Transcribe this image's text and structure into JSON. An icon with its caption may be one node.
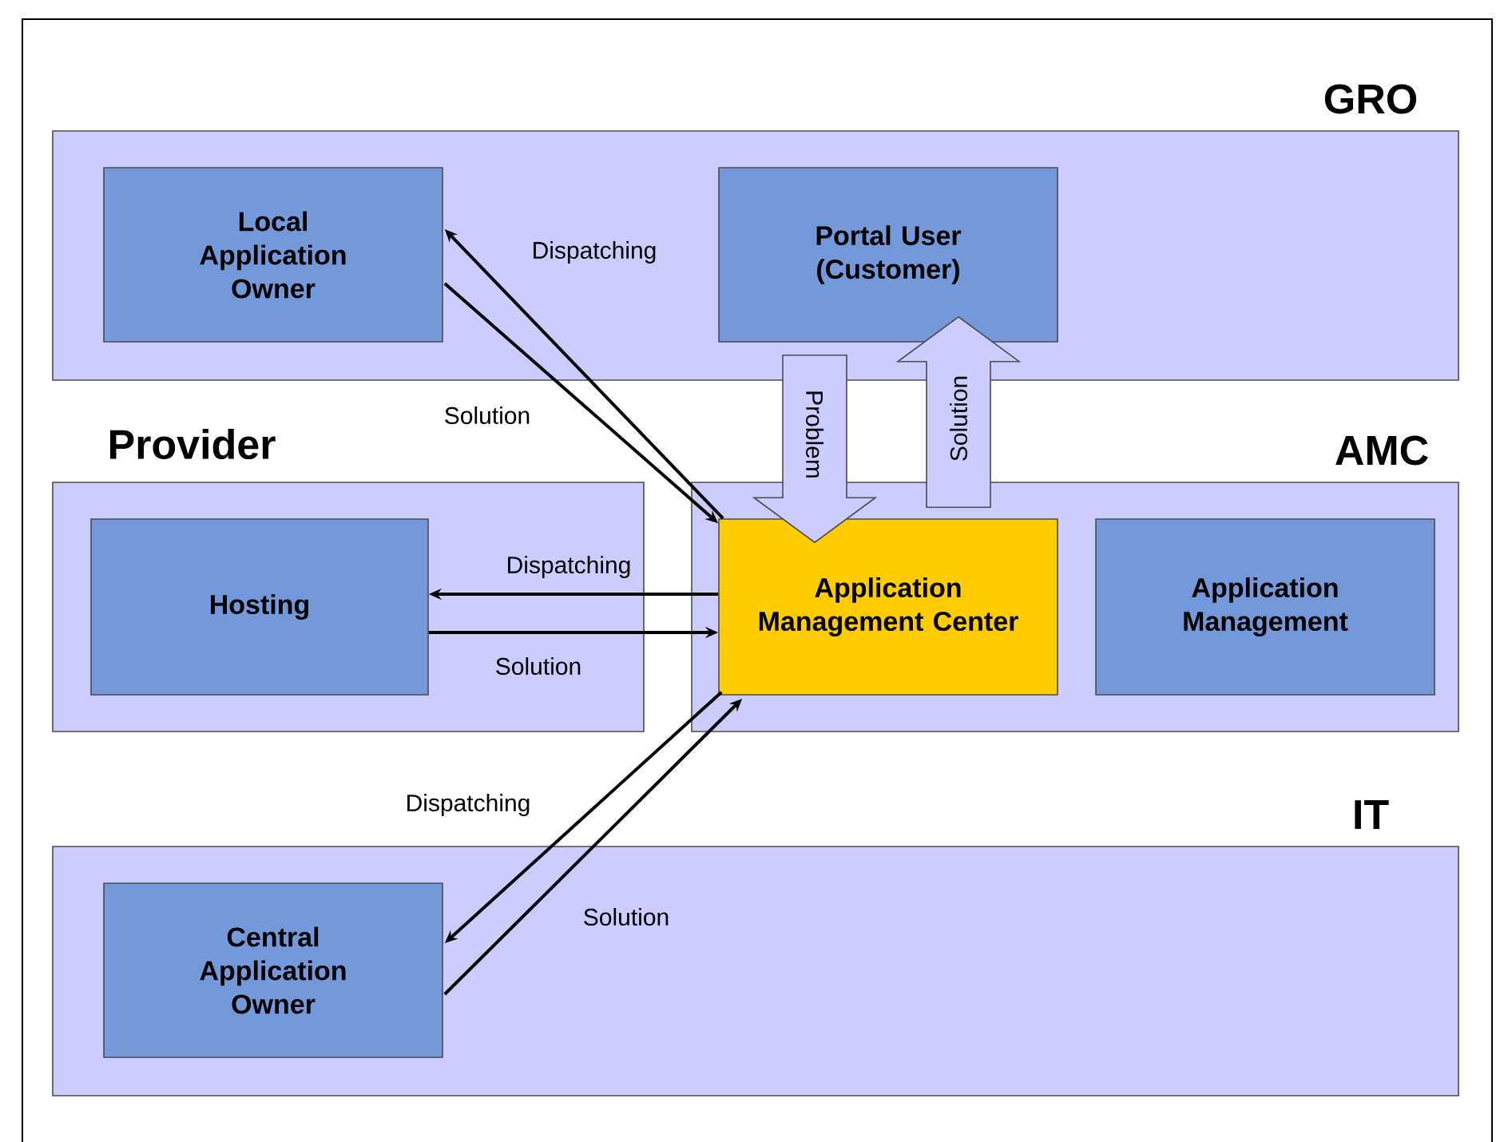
{
  "diagram": {
    "nodes": [
      {
        "text": [
          "GRO"
        ]
      },
      {
        "text": [
          "Local Application Owner"
        ],
        "in": 0
      },
      {
        "text": [
          "Portal User (Customer)"
        ],
        "in": 0
      },
      {
        "text": [
          "Provider"
        ]
      },
      {
        "text": [
          "Hosting"
        ],
        "in": 3
      },
      {
        "text": [
          "AMC"
        ]
      },
      {
        "text": [
          "Application Management Center"
        ],
        "in": 5
      },
      {
        "text": [
          "Application Management"
        ],
        "in": 5
      },
      {
        "text": [
          "IT"
        ]
      },
      {
        "text": [
          "Central Application Owner"
        ],
        "in": 8
      }
    ],
    "edges": [
      {
        "from": 6,
        "to": 1,
        "arrow": "to",
        "label": "Dispatching"
      },
      {
        "from": 1,
        "to": 6,
        "arrow": "to",
        "label": "Solution"
      },
      {
        "from": 2,
        "to": 6,
        "arrow": "to",
        "label": "Problem",
        "style": "thick"
      },
      {
        "from": 6,
        "to": 2,
        "arrow": "to",
        "label": "Solution",
        "style": "thick"
      },
      {
        "from": 6,
        "to": 4,
        "arrow": "to",
        "label": "Dispatching"
      },
      {
        "from": 4,
        "to": 6,
        "arrow": "to",
        "label": "Solution"
      },
      {
        "from": 6,
        "to": 9,
        "arrow": "to",
        "label": "Dispatching"
      },
      {
        "from": 9,
        "to": 6,
        "arrow": "to",
        "label": "Solution"
      }
    ]
  }
}
